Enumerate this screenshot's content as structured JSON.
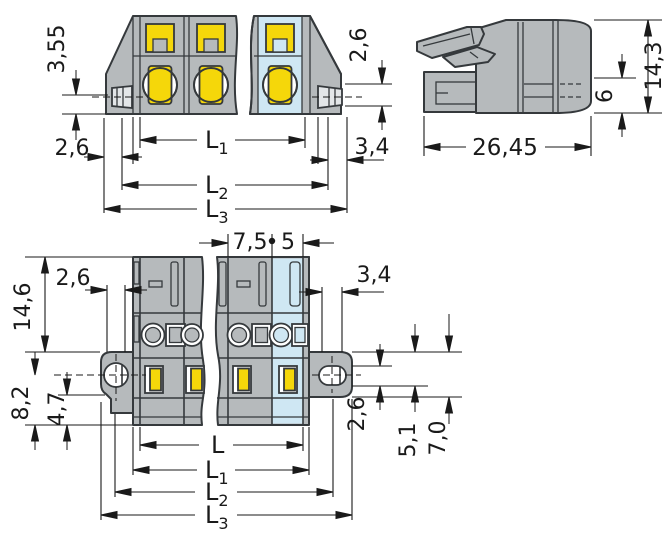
{
  "drawing": {
    "kind": "technical-dimension-drawing",
    "units_style": "comma-decimal"
  },
  "colors": {
    "body_gray": "#b6babc",
    "outline_dark": "#35393c",
    "accent_yellow": "#f5d70a",
    "highlight_blue": "#cfe7f3",
    "dim_line": "#1a1a1a",
    "flange_light": "#e3e6e8",
    "background": "#ffffff"
  },
  "views": {
    "side": {
      "dims": {
        "h355": "3,55",
        "left26": "2,6",
        "l1": {
          "main": "L",
          "sub": "1"
        },
        "l2": {
          "main": "L",
          "sub": "2"
        },
        "l3": {
          "main": "L",
          "sub": "3"
        },
        "right26": "2,6",
        "right34": "3,4"
      }
    },
    "profile": {
      "dims": {
        "w2645": "26,45",
        "h6": "6",
        "h143": "14,3"
      }
    },
    "plan": {
      "dims": {
        "p75": "7,5",
        "p5": "5",
        "left26": "2,6",
        "h146": "14,6",
        "h82": "8,2",
        "h47": "4,7",
        "right34": "3,4",
        "f26": "2,6",
        "f51": "5,1",
        "f70": "7,0",
        "l": {
          "main": "L",
          "sub": ""
        },
        "l1": {
          "main": "L",
          "sub": "1"
        },
        "l2": {
          "main": "L",
          "sub": "2"
        },
        "l3": {
          "main": "L",
          "sub": "3"
        }
      }
    }
  }
}
